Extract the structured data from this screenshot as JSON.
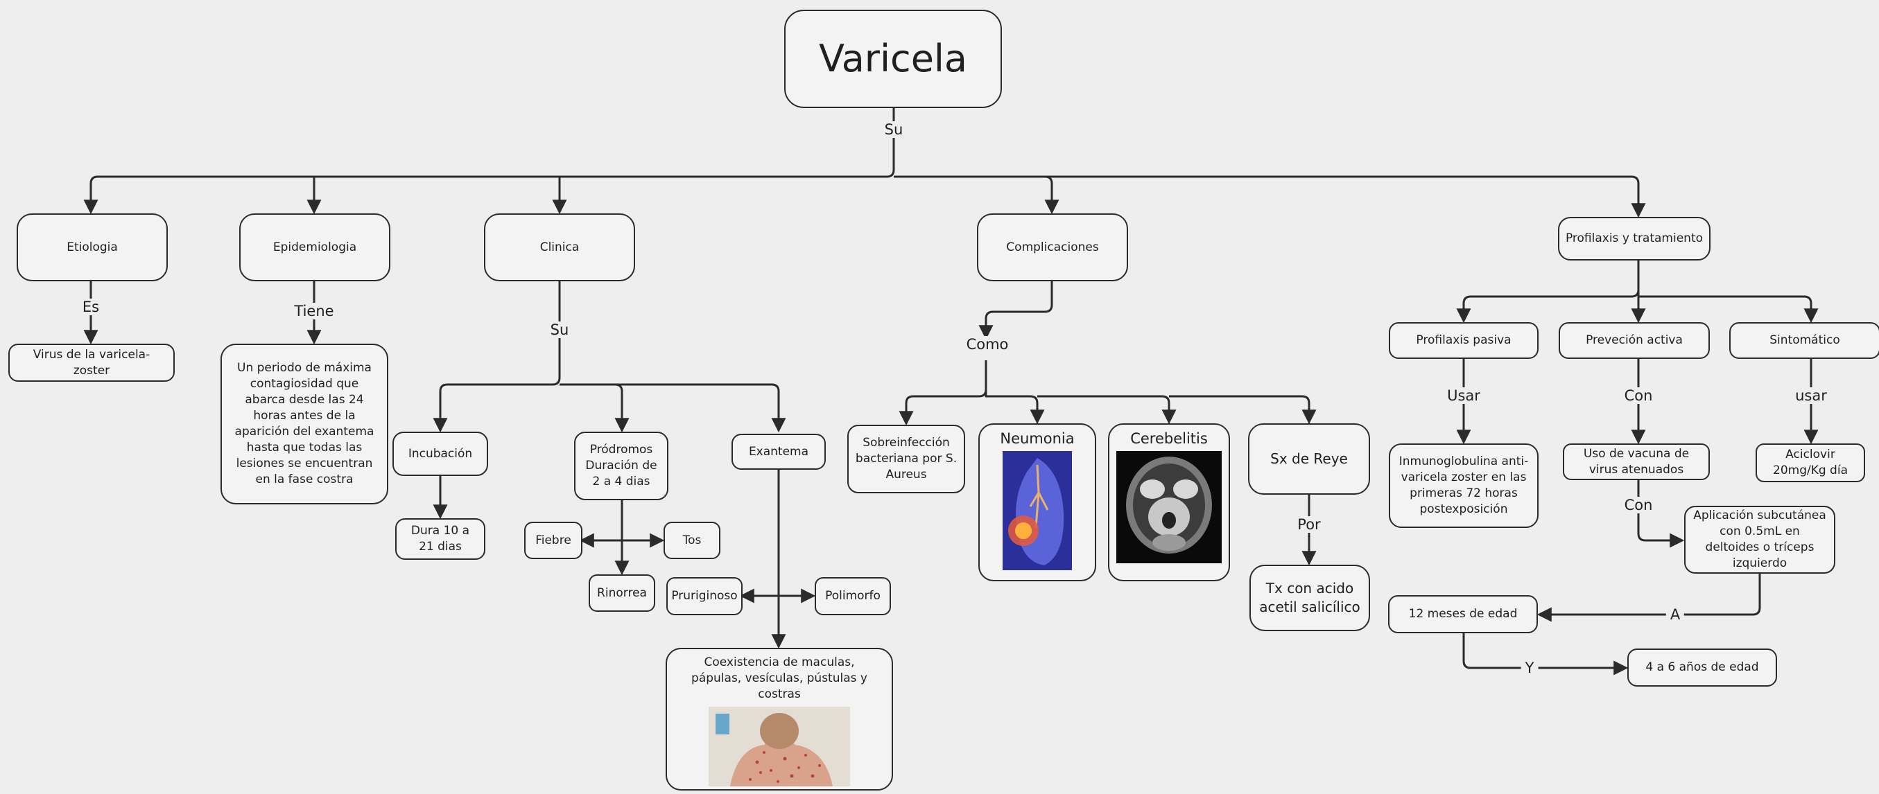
{
  "title": "Varicela",
  "labels": {
    "su_main": "Su",
    "es": "Es",
    "tiene": "Tiene",
    "su_clinica": "Su",
    "como": "Como",
    "por": "Por",
    "usar1": "Usar",
    "con1": "Con",
    "usar2": "usar",
    "con2": "Con",
    "a": "A",
    "y": "Y"
  },
  "nodes": {
    "etiologia": "Etiologia",
    "epidemiologia": "Epidemiologia",
    "clinica": "Clinica",
    "complicaciones": "Complicaciones",
    "profilaxis": "Profilaxis y tratamiento",
    "virus": "Virus de la varicela-zoster",
    "periodo": "Un periodo de máxima contagiosidad que abarca desde las 24 horas antes de la aparición del exantema hasta que todas las lesiones se encuentran en la fase costra",
    "incubacion": "Incubación",
    "dura": "Dura 10 a 21 dias",
    "prodromos": "Pródromos Duración de 2 a 4 dias",
    "fiebre": "Fiebre",
    "tos": "Tos",
    "rinorrea": "Rinorrea",
    "exantema": "Exantema",
    "pruriginoso": "Pruriginoso",
    "polimorfo": "Polimorfo",
    "coexistencia": "Coexistencia de maculas, pápulas, vesículas, pústulas y costras",
    "sobreinfeccion": "Sobreinfección bacteriana por S. Aureus",
    "neumonia": "Neumonia",
    "cerebelitis": "Cerebelitis",
    "reye": "Sx de Reye",
    "tx": "Tx con acido acetil salicílico",
    "pasiva": "Profilaxis pasiva",
    "activa": "Preveción activa",
    "sintomatico": "Sintomático",
    "inmunoglobulina": "Inmunoglobulina anti-varicela zoster en las primeras 72 horas postexposición",
    "vacuna": "Uso de vacuna de virus atenuados",
    "aciclovir": "Aciclovir 20mg/Kg día",
    "aplicacion": "Aplicación subcutánea con 0.5mL en deltoides o tríceps izquierdo",
    "meses12": "12 meses de edad",
    "anos46": "4 a 6 años de edad"
  },
  "images": {
    "child": "child-rash-photo",
    "lung": "lung-pneumonia-illustration",
    "brain": "brain-mri-scan"
  },
  "colors": {
    "background": "#eeeeee",
    "stroke": "#2b2b2b",
    "node_fill": "#f3f3f3"
  }
}
